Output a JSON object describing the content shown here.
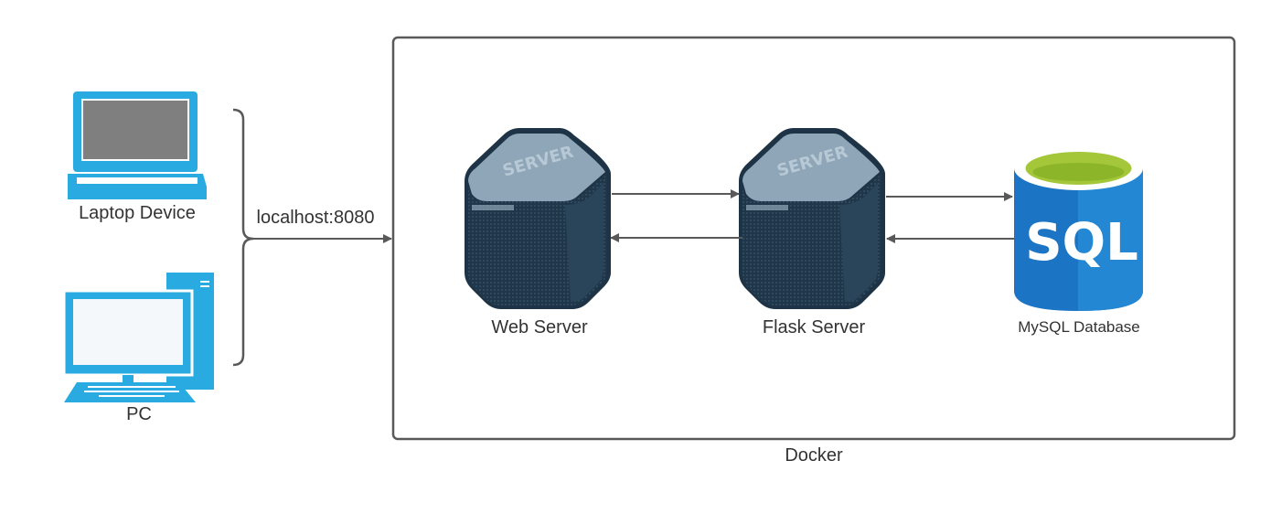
{
  "devices": {
    "laptop_label": "Laptop Device",
    "pc_label": "PC",
    "connection_label": "localhost:8080"
  },
  "container": {
    "label": "Docker"
  },
  "nodes": {
    "web_server": {
      "label": "Web Server",
      "badge": "SERVER"
    },
    "flask_server": {
      "label": "Flask Server",
      "badge": "SERVER"
    },
    "database": {
      "label": "MySQL Database",
      "badge": "SQL"
    }
  },
  "colors": {
    "device_blue": "#29ABE2",
    "device_screen": "#7F7F7F",
    "server_front": "#263E52",
    "server_top": "#8EA6B8",
    "db_blue": "#1B75C4",
    "db_top": "#A4C639",
    "line": "#595959"
  },
  "icons": {
    "laptop": "laptop-icon",
    "pc": "desktop-pc-icon",
    "server": "server-icon",
    "database": "database-icon"
  }
}
